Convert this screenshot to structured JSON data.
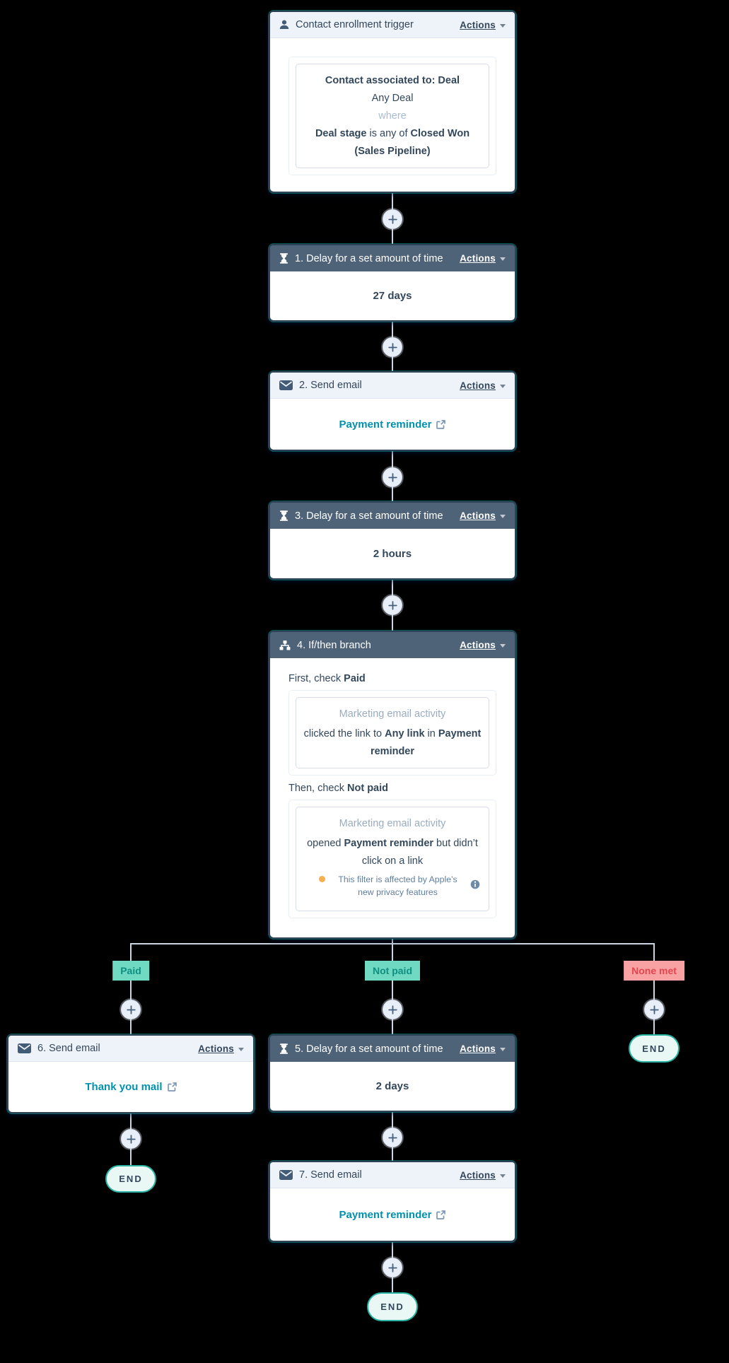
{
  "labels": {
    "actions": "Actions",
    "end": "END"
  },
  "trigger": {
    "title": "Contact enrollment trigger",
    "criteria": {
      "lines": [
        [
          {
            "t": "Contact associated to: Deal",
            "c": "b"
          }
        ],
        [
          {
            "t": "Any Deal"
          }
        ],
        [
          {
            "t": "where",
            "c": "muted"
          }
        ],
        [
          {
            "t": "Deal stage",
            "c": "b"
          },
          {
            "t": " is any of "
          },
          {
            "t": "Closed Won (Sales Pipeline)",
            "c": "b"
          }
        ]
      ]
    }
  },
  "steps": {
    "delay1": {
      "title": "1. Delay for a set amount of time",
      "value": "27 days"
    },
    "email2": {
      "title": "2. Send email",
      "link": "Payment reminder"
    },
    "delay3": {
      "title": "3. Delay for a set amount of time",
      "value": "2 hours"
    },
    "branch4": {
      "title": "4. If/then branch",
      "check1_label": [
        {
          "t": "First, check "
        },
        {
          "t": "Paid",
          "c": "b"
        }
      ],
      "box1": {
        "source": "Marketing email activity",
        "line": [
          {
            "t": "clicked the link to "
          },
          {
            "t": "Any link",
            "c": "b"
          },
          {
            "t": " in "
          },
          {
            "t": "Payment reminder",
            "c": "b"
          }
        ]
      },
      "check2_label": [
        {
          "t": "Then, check "
        },
        {
          "t": "Not paid",
          "c": "b"
        }
      ],
      "box2": {
        "source": "Marketing email activity",
        "line": [
          {
            "t": "opened "
          },
          {
            "t": "Payment reminder",
            "c": "b"
          },
          {
            "t": " but didn’t click on a link"
          }
        ],
        "note": "This filter is affected by Apple’s new privacy features"
      }
    },
    "email6": {
      "title": "6. Send email",
      "link": "Thank you mail"
    },
    "delay5": {
      "title": "5. Delay for a set amount of time",
      "value": "2 days"
    },
    "email7": {
      "title": "7. Send email",
      "link": "Payment reminder"
    }
  },
  "branches": {
    "paid": "Paid",
    "not_paid": "Not paid",
    "none_met": "None met"
  },
  "colors": {
    "link": "#0091ae",
    "header-dark": "#4e6378",
    "header-light": "#eef2f9",
    "card-border": "#2e4157",
    "text": "#33475b",
    "line": "#cbd6e2",
    "muted": "#99acc2",
    "where": "#a7bcd4",
    "note-text": "#5e7e9e",
    "note-dot": "#f8b04c",
    "chip-paid-bg": "#6fd9c1",
    "chip-paid-text": "#0e8f81",
    "chip-none-bg": "#f8a2a3",
    "chip-none-text": "#e2464f",
    "end-border": "#28b3a2",
    "end-bg": "#e9f8f5",
    "plus-bg": "#e9eff8"
  }
}
